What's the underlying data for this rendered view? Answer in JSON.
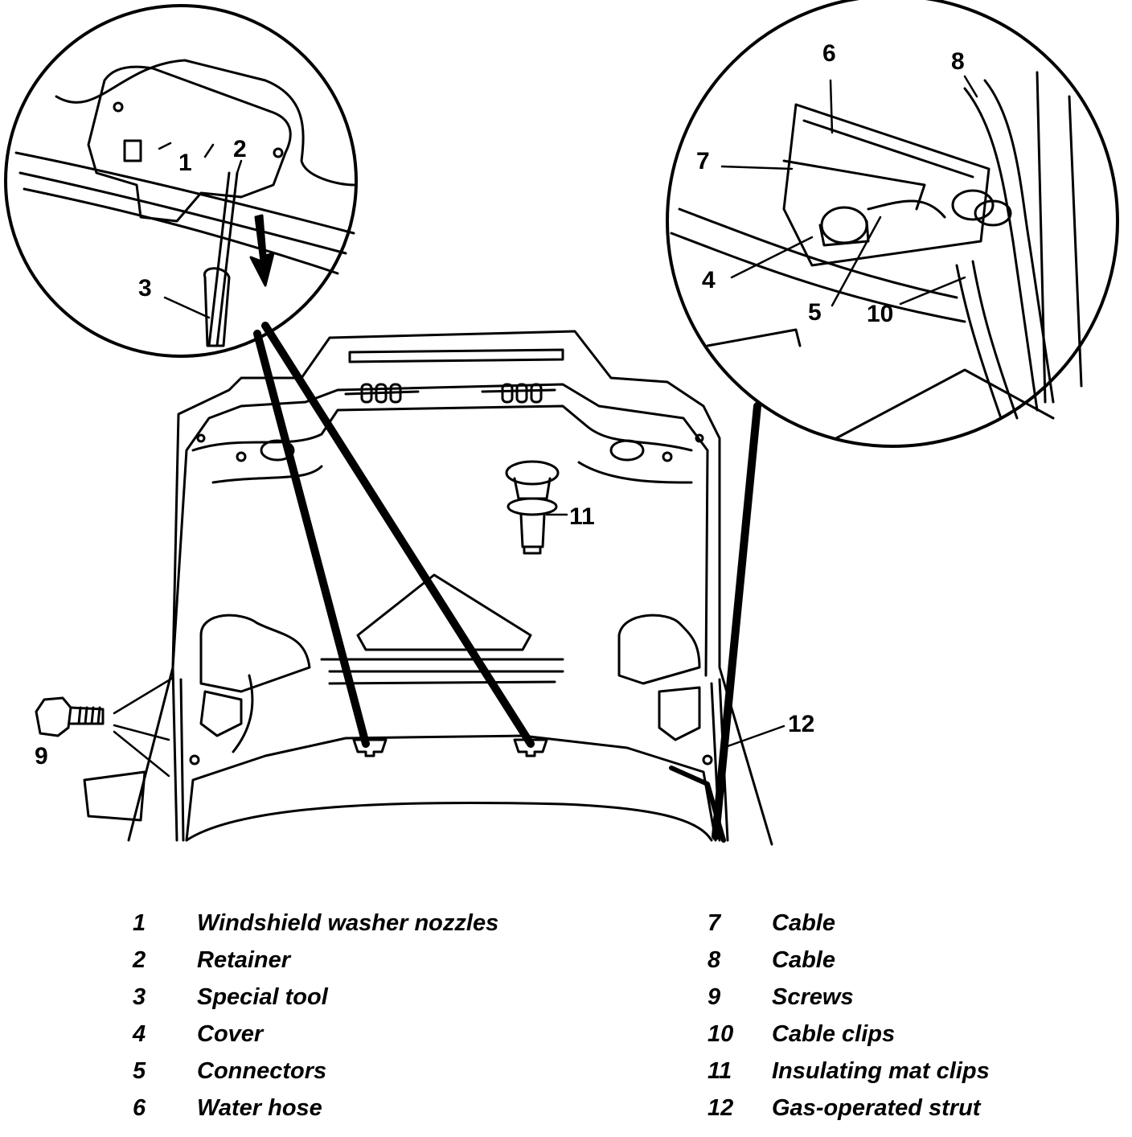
{
  "callouts": {
    "c1": "1",
    "c2": "2",
    "c3": "3",
    "c4": "4",
    "c5": "5",
    "c6": "6",
    "c7": "7",
    "c8": "8",
    "c9": "9",
    "c10": "10",
    "c11": "11",
    "c12": "12"
  },
  "legend": {
    "left": [
      {
        "num": "1",
        "label": "Windshield washer nozzles"
      },
      {
        "num": "2",
        "label": "Retainer"
      },
      {
        "num": "3",
        "label": "Special tool"
      },
      {
        "num": "4",
        "label": "Cover"
      },
      {
        "num": "5",
        "label": "Connectors"
      },
      {
        "num": "6",
        "label": "Water hose"
      }
    ],
    "right": [
      {
        "num": "7",
        "label": "Cable"
      },
      {
        "num": "8",
        "label": "Cable"
      },
      {
        "num": "9",
        "label": "Screws"
      },
      {
        "num": "10",
        "label": "Cable clips"
      },
      {
        "num": "11",
        "label": "Insulating mat clips"
      },
      {
        "num": "12",
        "label": "Gas-operated strut"
      }
    ]
  }
}
